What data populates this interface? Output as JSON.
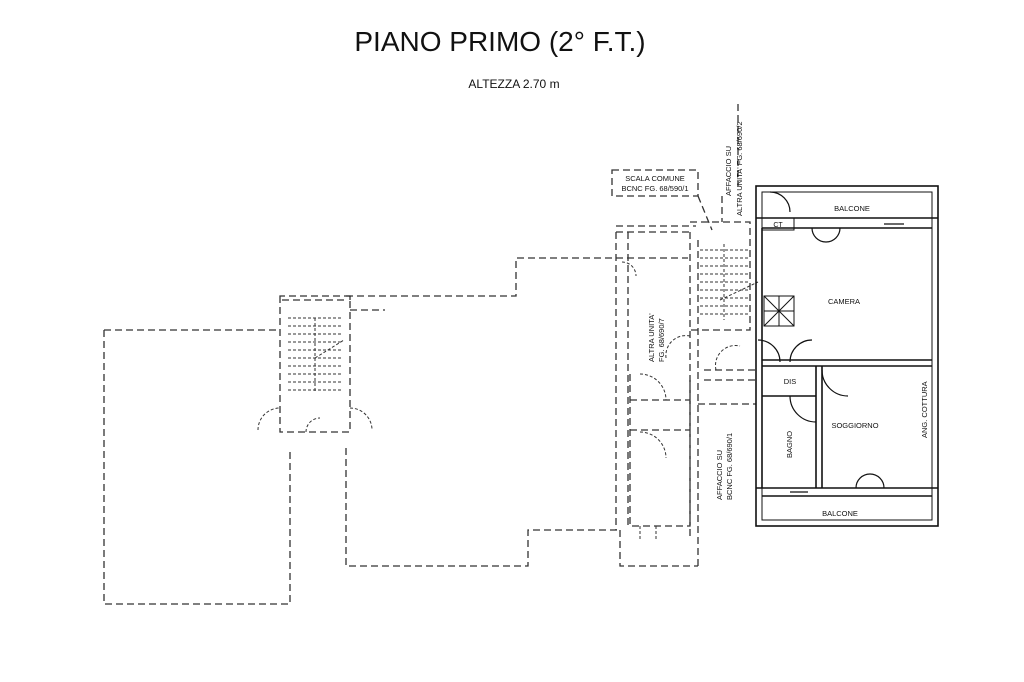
{
  "header": {
    "title": "PIANO PRIMO (2° F.T.)",
    "subtitle": "ALTEZZA 2.70 m"
  },
  "labels": {
    "scala_comune_1": "SCALA COMUNE",
    "scala_comune_2": "BCNC FG. 68/590/1",
    "affaccio_top_1": "AFFACCIO SU",
    "affaccio_top_2": "ALTRA UNITA' FG. 68/690/2",
    "altra_unita_1": "ALTRA UNITA'",
    "altra_unita_2": "FG. 68/690/7",
    "affaccio_bottom_1": "AFFACCIO SU",
    "affaccio_bottom_2": "BCNC FG. 68/690/1",
    "balcone_top": "BALCONE",
    "ct": "CT",
    "camera": "CAMERA",
    "dis": "DIS",
    "soggiorno": "SOGGIORNO",
    "ang_cottura": "ANG. COTTURA",
    "bagno": "BAGNO",
    "balcone_bottom": "BALCONE"
  }
}
